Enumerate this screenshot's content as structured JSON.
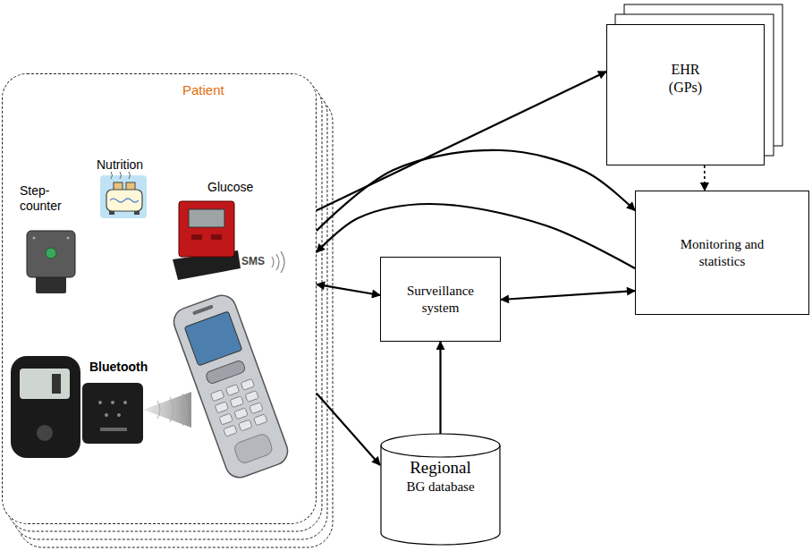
{
  "diagram": {
    "nodes": [
      {
        "text": [
          "Patient"
        ]
      },
      {
        "text": [
          "EHR (GPs)"
        ]
      },
      {
        "text": [
          "Monitoring and statistics"
        ]
      },
      {
        "text": [
          "Surveillance system"
        ]
      },
      {
        "text": [
          "Regional",
          "BG database"
        ]
      }
    ],
    "edges": [
      {
        "from": 0,
        "to": 1,
        "arrow": "to"
      },
      {
        "from": 0,
        "to": 2,
        "arrow": "to"
      },
      {
        "from": 2,
        "to": 0,
        "arrow": "to"
      },
      {
        "from": 0,
        "to": 3,
        "arrow": "both"
      },
      {
        "from": 3,
        "to": 2,
        "arrow": "both"
      },
      {
        "from": 0,
        "to": 4,
        "arrow": "to"
      },
      {
        "from": 4,
        "to": 3,
        "arrow": "to"
      },
      {
        "from": 1,
        "to": 2,
        "arrow": "to"
      }
    ],
    "labels": [
      "Nutrition",
      "Glucose",
      "Step-counter",
      "Bluetooth",
      "SMS"
    ]
  }
}
